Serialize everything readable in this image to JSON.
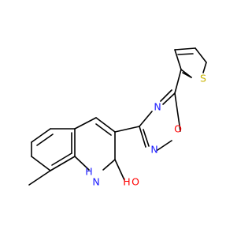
{
  "molecule": {
    "atom_labels": {
      "sulfur": "S",
      "ring_nitrogen_upper": "N",
      "ring_oxygen": "O",
      "ring_nitrogen_lower": "N",
      "amide_nh": "H",
      "amide_n": "N",
      "hydroxyl_o": "O",
      "hydroxyl_h": "H"
    },
    "colors": {
      "bond": "#000000",
      "sulfur": "#c8b400",
      "nitrogen": "#1a1aff",
      "oxygen": "#ff0000"
    }
  }
}
